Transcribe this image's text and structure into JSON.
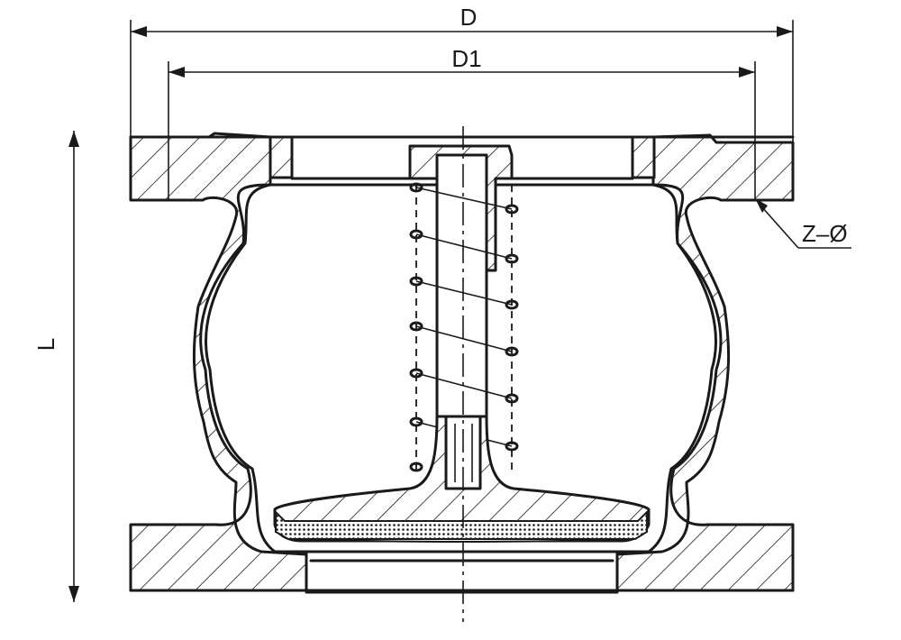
{
  "labels": {
    "overall_diameter": "D",
    "bolt_circle_diameter": "D1",
    "length": "L",
    "bolt_holes": "Z–Ø"
  },
  "colors": {
    "line": "#1a1a1a",
    "background": "#ffffff"
  }
}
